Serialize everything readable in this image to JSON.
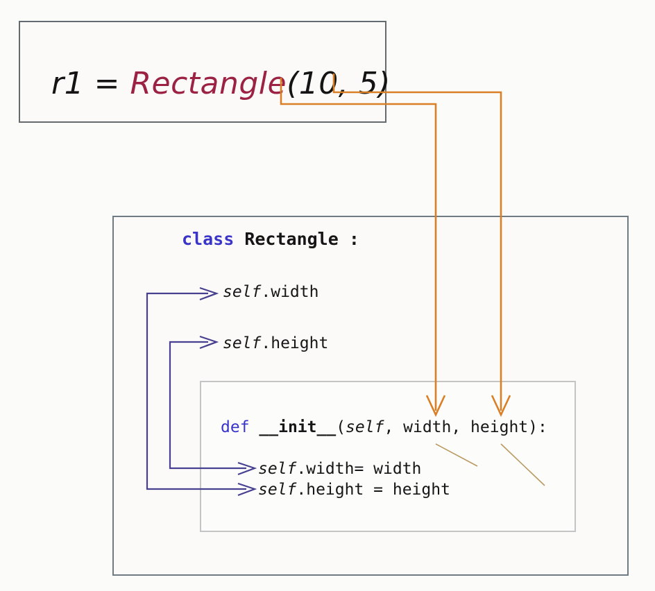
{
  "title": "Rectangle class instantiation diagram",
  "background_color": "#fbfbf9",
  "call_box": {
    "statement_prefix": "r1 = ",
    "class_name": "Rectangle",
    "args_text": "(10, 5)",
    "full_text": "r1 = Rectangle(10, 5)",
    "variable": "r1",
    "arguments": [
      "10",
      "5"
    ],
    "border_color": "#636a70"
  },
  "class_box": {
    "border_color": "#6e7a84",
    "header": {
      "keyword": "class",
      "name": "Rectangle",
      "colon": " :",
      "full_text": "class Rectangle :",
      "keyword_color": "#3a35c8"
    },
    "attributes": [
      {
        "self": "self",
        "rest": ".width",
        "full_text": "self.width"
      },
      {
        "self": "self",
        "rest": ".height",
        "full_text": "self.height"
      }
    ],
    "init_box": {
      "border_color": "#c4c4c4",
      "signature": {
        "keyword": "def",
        "name": "__init__",
        "params_open": "(",
        "self_param": "self",
        "params_rest": ", width, height):",
        "full_text": "def __init__(self, width, height):",
        "parameters": [
          "self",
          "width",
          "height"
        ]
      },
      "assignments": [
        {
          "self": "self",
          "rest": ".width= width",
          "full_text": "self.width= width"
        },
        {
          "self": "self",
          "rest": ".height = height",
          "full_text": "self.height = height"
        }
      ]
    }
  },
  "connectors": {
    "argument_color": "#d98026",
    "attribute_color": "#474090",
    "hint_color": "#b99a62",
    "argument_links": [
      {
        "from": "10",
        "to": "width"
      },
      {
        "from": "5",
        "to": "height"
      }
    ],
    "attribute_links": [
      {
        "from": "self.width= width",
        "to": "self.width"
      },
      {
        "from": "self.height = height",
        "to": "self.height"
      }
    ],
    "param_value_hints": [
      {
        "from": "width parameter",
        "to": "width value"
      },
      {
        "from": "height parameter",
        "to": "height value"
      }
    ]
  }
}
